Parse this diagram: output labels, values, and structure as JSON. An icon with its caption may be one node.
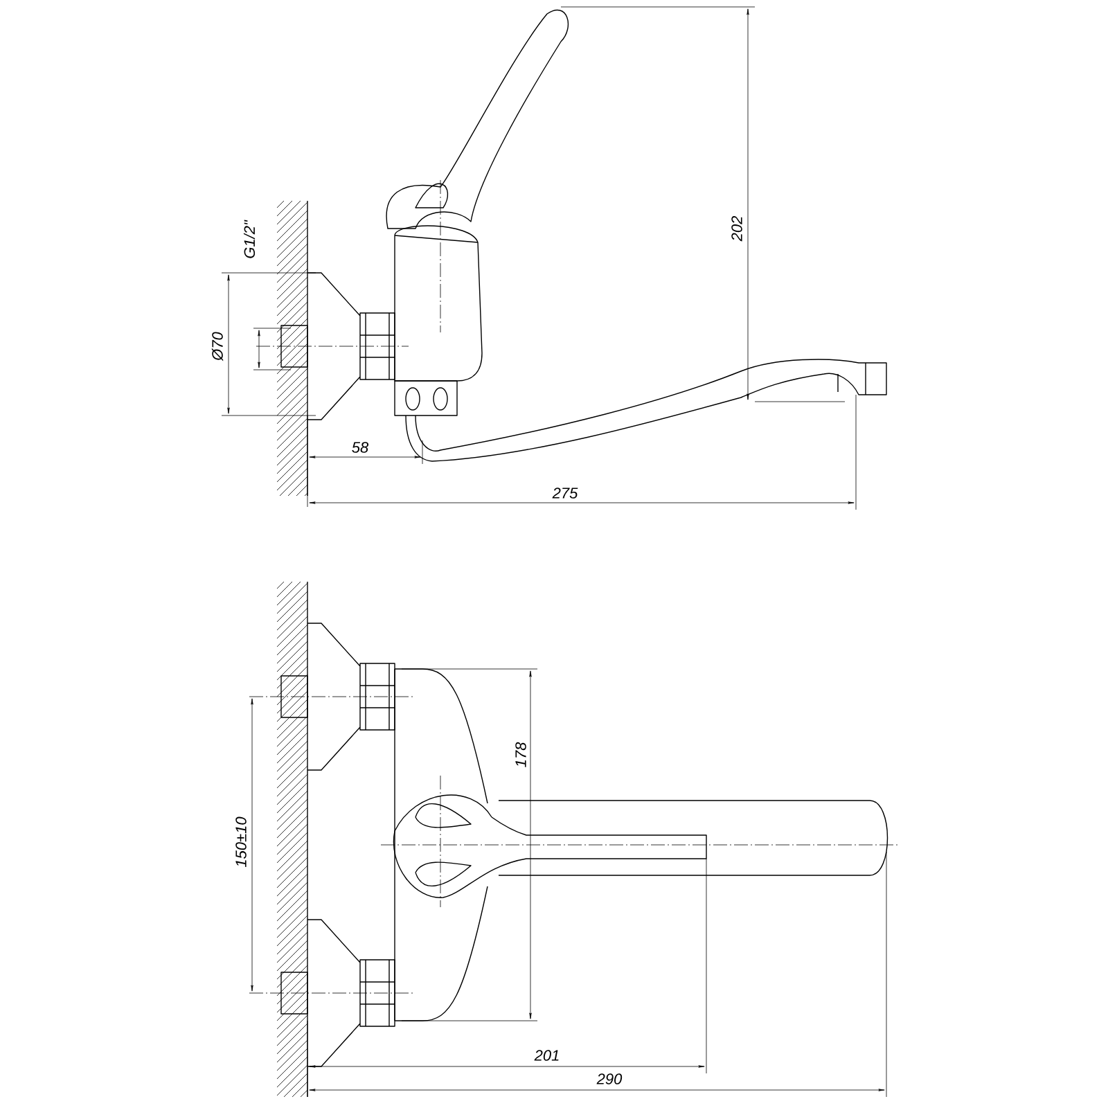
{
  "diagram": {
    "labels": [
      "G1/2\"",
      "Ø70",
      "58",
      "275",
      "202",
      "178",
      "150±10",
      "201",
      "290"
    ]
  }
}
